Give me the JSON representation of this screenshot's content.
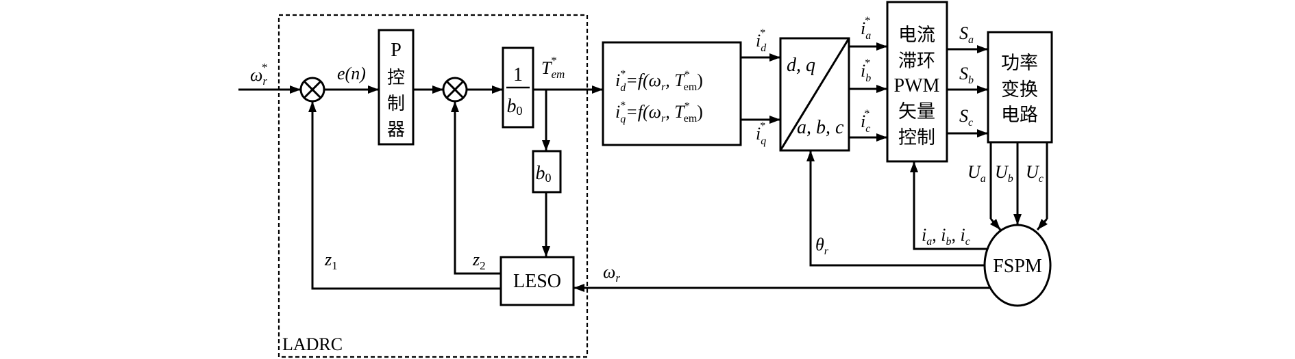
{
  "diagram": {
    "title": "LADRC-based FSPM motor speed control block diagram",
    "group_label": "LADRC",
    "input_signal": {
      "base": "ω",
      "sub": "r",
      "sup": "*"
    },
    "error_signal": "e(n)",
    "p_controller": {
      "line1": "P",
      "line2": "控",
      "line3": "制",
      "line4": "器"
    },
    "gain_block": {
      "numerator": "1",
      "denominator_base": "b",
      "denominator_sub": "0"
    },
    "b0_block": {
      "base": "b",
      "sub": "0"
    },
    "torque_ref": {
      "base": "T",
      "sub": "em",
      "sup": "*"
    },
    "leso_block": "LESO",
    "z1": {
      "base": "z",
      "sub": "1"
    },
    "z2": {
      "base": "z",
      "sub": "2"
    },
    "speed_feedback": {
      "base": "ω",
      "sub": "r"
    },
    "current_ref_block": {
      "eq1": {
        "lhs_base": "i",
        "lhs_sub": "d",
        "lhs_sup": "*",
        "rhs": "=f(ω",
        "rhs_sub": "r",
        "rhs_mid": ", T",
        "rhs_sup": "*",
        "rhs_sub2": "em",
        "rhs_end": ")"
      },
      "eq2": {
        "lhs_base": "i",
        "lhs_sub": "q",
        "lhs_sup": "*",
        "rhs": "=f(ω",
        "rhs_sub": "r",
        "rhs_mid": ", T",
        "rhs_sup": "*",
        "rhs_sub2": "em",
        "rhs_end": ")"
      }
    },
    "id_ref": {
      "base": "i",
      "sub": "d",
      "sup": "*"
    },
    "iq_ref": {
      "base": "i",
      "sub": "q",
      "sup": "*"
    },
    "transform_block": {
      "top": "d, q",
      "bottom": "a, b, c"
    },
    "ia_ref": {
      "base": "i",
      "sub": "a",
      "sup": "*"
    },
    "ib_ref": {
      "base": "i",
      "sub": "b",
      "sup": "*"
    },
    "ic_ref": {
      "base": "i",
      "sub": "c",
      "sup": "*"
    },
    "current_control_block": {
      "line1": "电流",
      "line2": "滞环",
      "line3": "PWM",
      "line4": "矢量",
      "line5": "控制"
    },
    "sa": {
      "base": "S",
      "sub": "a"
    },
    "sb": {
      "base": "S",
      "sub": "b"
    },
    "sc": {
      "base": "S",
      "sub": "c"
    },
    "power_block": {
      "line1": "功率",
      "line2": "变换",
      "line3": "电路"
    },
    "ua": {
      "base": "U",
      "sub": "a"
    },
    "ub": {
      "base": "U",
      "sub": "b"
    },
    "uc": {
      "base": "U",
      "sub": "c"
    },
    "motor": "FSPM",
    "theta": {
      "base": "θ",
      "sub": "r"
    },
    "phase_currents": {
      "ia_base": "i",
      "ia_sub": "a",
      "sep1": ", ",
      "ib_base": "i",
      "ib_sub": "b",
      "sep2": ", ",
      "ic_base": "i",
      "ic_sub": "c"
    }
  }
}
